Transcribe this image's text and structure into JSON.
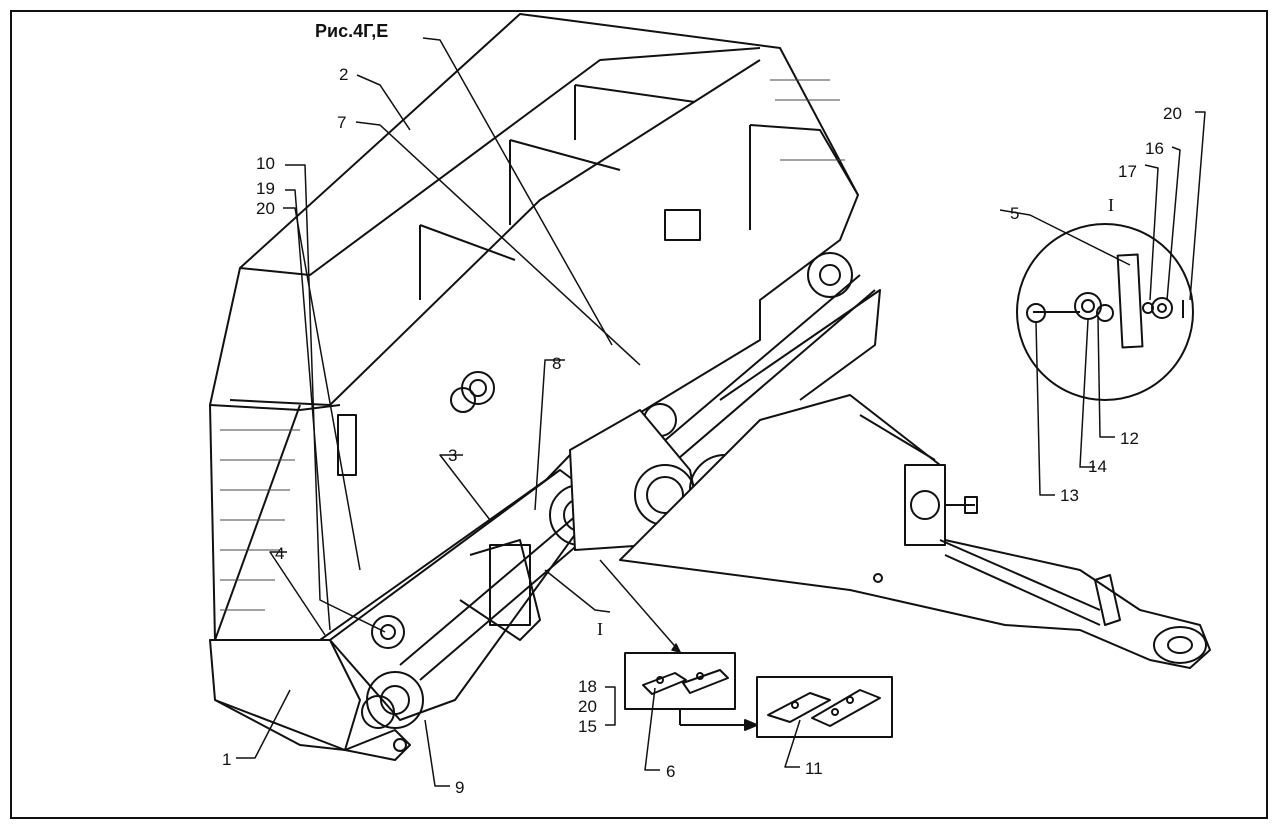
{
  "figure": {
    "title": "Рис.4Г,Е",
    "detail_mark": "I",
    "callouts": [
      "1",
      "2",
      "3",
      "4",
      "5",
      "6",
      "7",
      "8",
      "9",
      "10",
      "11",
      "12",
      "13",
      "14",
      "15",
      "16",
      "17",
      "18",
      "19",
      "20"
    ],
    "callout_detail": {
      "n20": "20",
      "n16": "16",
      "n17": "17",
      "n5": "5",
      "n12": "12",
      "n14": "14",
      "n13": "13"
    },
    "callout_left": {
      "n10": "10",
      "n19": "19",
      "n20": "20"
    },
    "callout_bottom": {
      "n18": "18",
      "n20": "20",
      "n15": "15",
      "n6": "6",
      "n11": "11",
      "n9": "9",
      "n1": "1"
    },
    "callout_body": {
      "n2": "2",
      "n7": "7",
      "n8": "8",
      "n3": "3",
      "n4": "4"
    }
  }
}
